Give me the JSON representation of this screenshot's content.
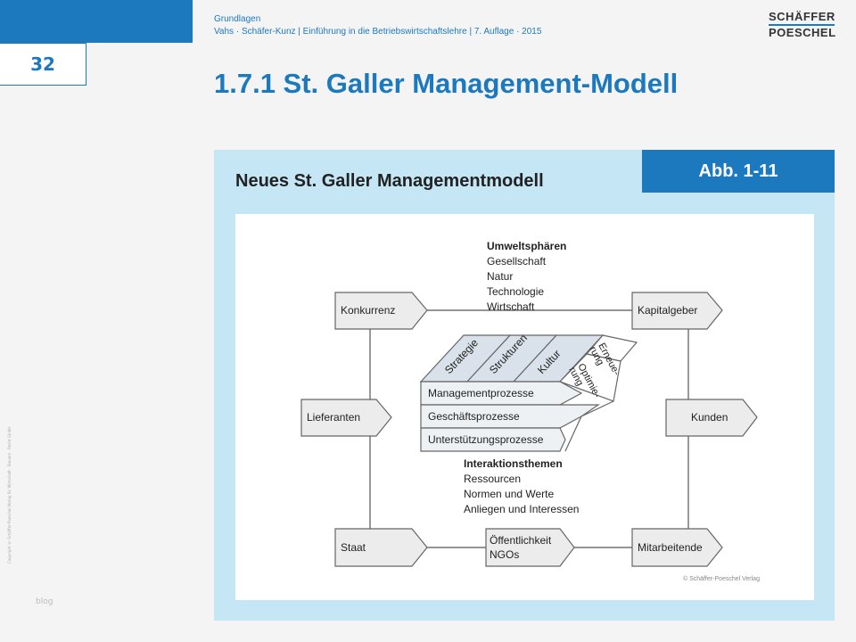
{
  "header": {
    "category": "Grundlagen",
    "subtitle": "Vahs · Schäfer-Kunz | Einführung in die Betriebswirtschaftslehre | 7. Auflage · 2015",
    "page_number": "32",
    "title": "1.7.1 St. Galler Management-Modell",
    "logo_line1": "SCHÄFFER",
    "logo_line2": "POESCHEL"
  },
  "figure": {
    "caption": "Neues St. Galler Managementmodell",
    "label": "Abb. 1-11",
    "copyright": "© Schäffer-Poeschel Verlag",
    "umwelt": {
      "heading": "Umweltsphären",
      "items": [
        "Gesellschaft",
        "Natur",
        "Technologie",
        "Wirtschaft"
      ]
    },
    "interaktion": {
      "heading": "Interaktionsthemen",
      "items": [
        "Ressourcen",
        "Normen und Werte",
        "Anliegen und Interessen"
      ]
    },
    "stakeholders": {
      "konkurrenz": "Konkurrenz",
      "kapitalgeber": "Kapitalgeber",
      "lieferanten": "Lieferanten",
      "kunden": "Kunden",
      "staat": "Staat",
      "oeffentlichkeit_1": "Öffentlichkeit",
      "oeffentlichkeit_2": "NGOs",
      "mitarbeitende": "Mitarbeitende"
    },
    "ordnungsmomente": [
      "Strategie",
      "Strukturen",
      "Kultur"
    ],
    "entwicklung": {
      "erneuerung_1": "Erneue-",
      "erneuerung_2": "rung",
      "optimierung_1": "Optimie-",
      "optimierung_2": "rung"
    },
    "prozesse": [
      "Managementprozesse",
      "Geschäftsprozesse",
      "Unterstützungsprozesse"
    ]
  },
  "footer": {
    "left": "blog",
    "side": "Copyright © Schäffer-Poeschel Verlag für Wirtschaft · Steuern · Recht GmbH"
  }
}
